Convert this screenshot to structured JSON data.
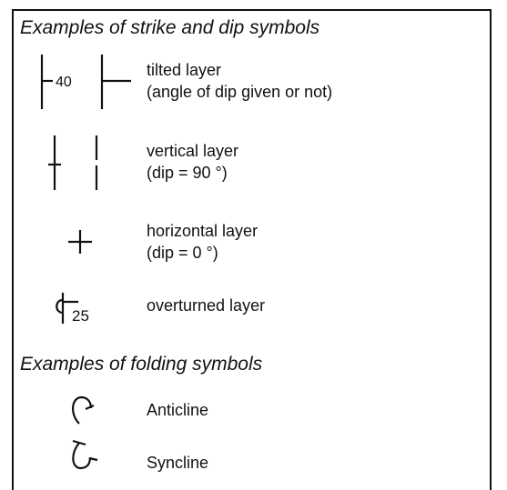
{
  "legend": {
    "strike_dip_heading": "Examples of strike and dip symbols",
    "tilted": {
      "line1": "tilted layer",
      "line2": "(angle of dip given or not)",
      "dip_value": "40"
    },
    "vertical": {
      "line1": "vertical layer",
      "line2": "(dip = 90 °)"
    },
    "horizontal": {
      "line1": "horizontal layer",
      "line2": "(dip = 0 °)"
    },
    "overturned": {
      "line1": "overturned layer",
      "dip_value": "25"
    },
    "folding_heading": "Examples of folding symbols",
    "anticline": {
      "label": "Anticline"
    },
    "syncline": {
      "label": "Syncline"
    }
  }
}
